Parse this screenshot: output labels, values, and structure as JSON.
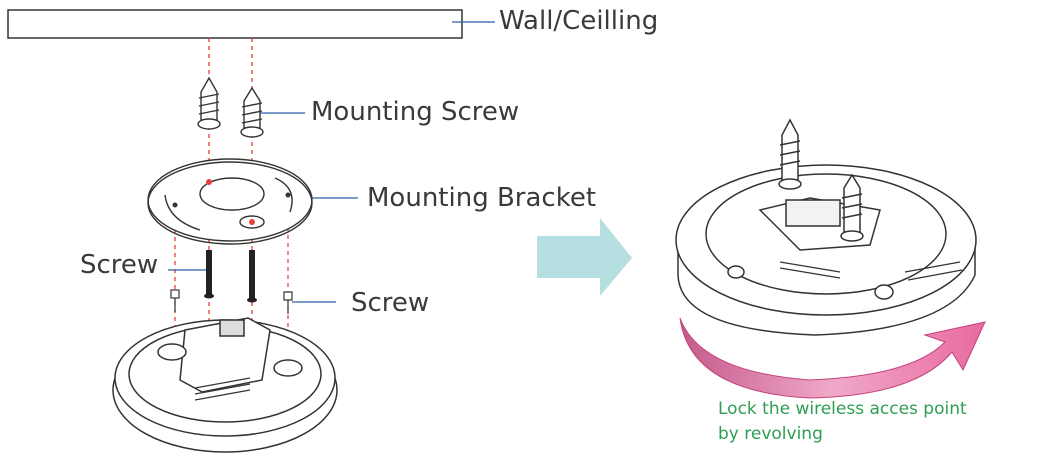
{
  "labels": {
    "wall": "Wall/Ceilling",
    "mounting_screw": "Mounting Screw",
    "mounting_bracket": "Mounting Bracket",
    "screw_left": "Screw",
    "screw_right": "Screw"
  },
  "instruction": {
    "line1": "Lock the wireless acces point",
    "line2": "by revolving"
  },
  "colors": {
    "guide_line": "#e8403a",
    "callout_line": "#2f5fa8",
    "arrow_teal": "#b5dfe0",
    "rotate_arrow": "#e86aa0",
    "note_text": "#2e9e52"
  }
}
